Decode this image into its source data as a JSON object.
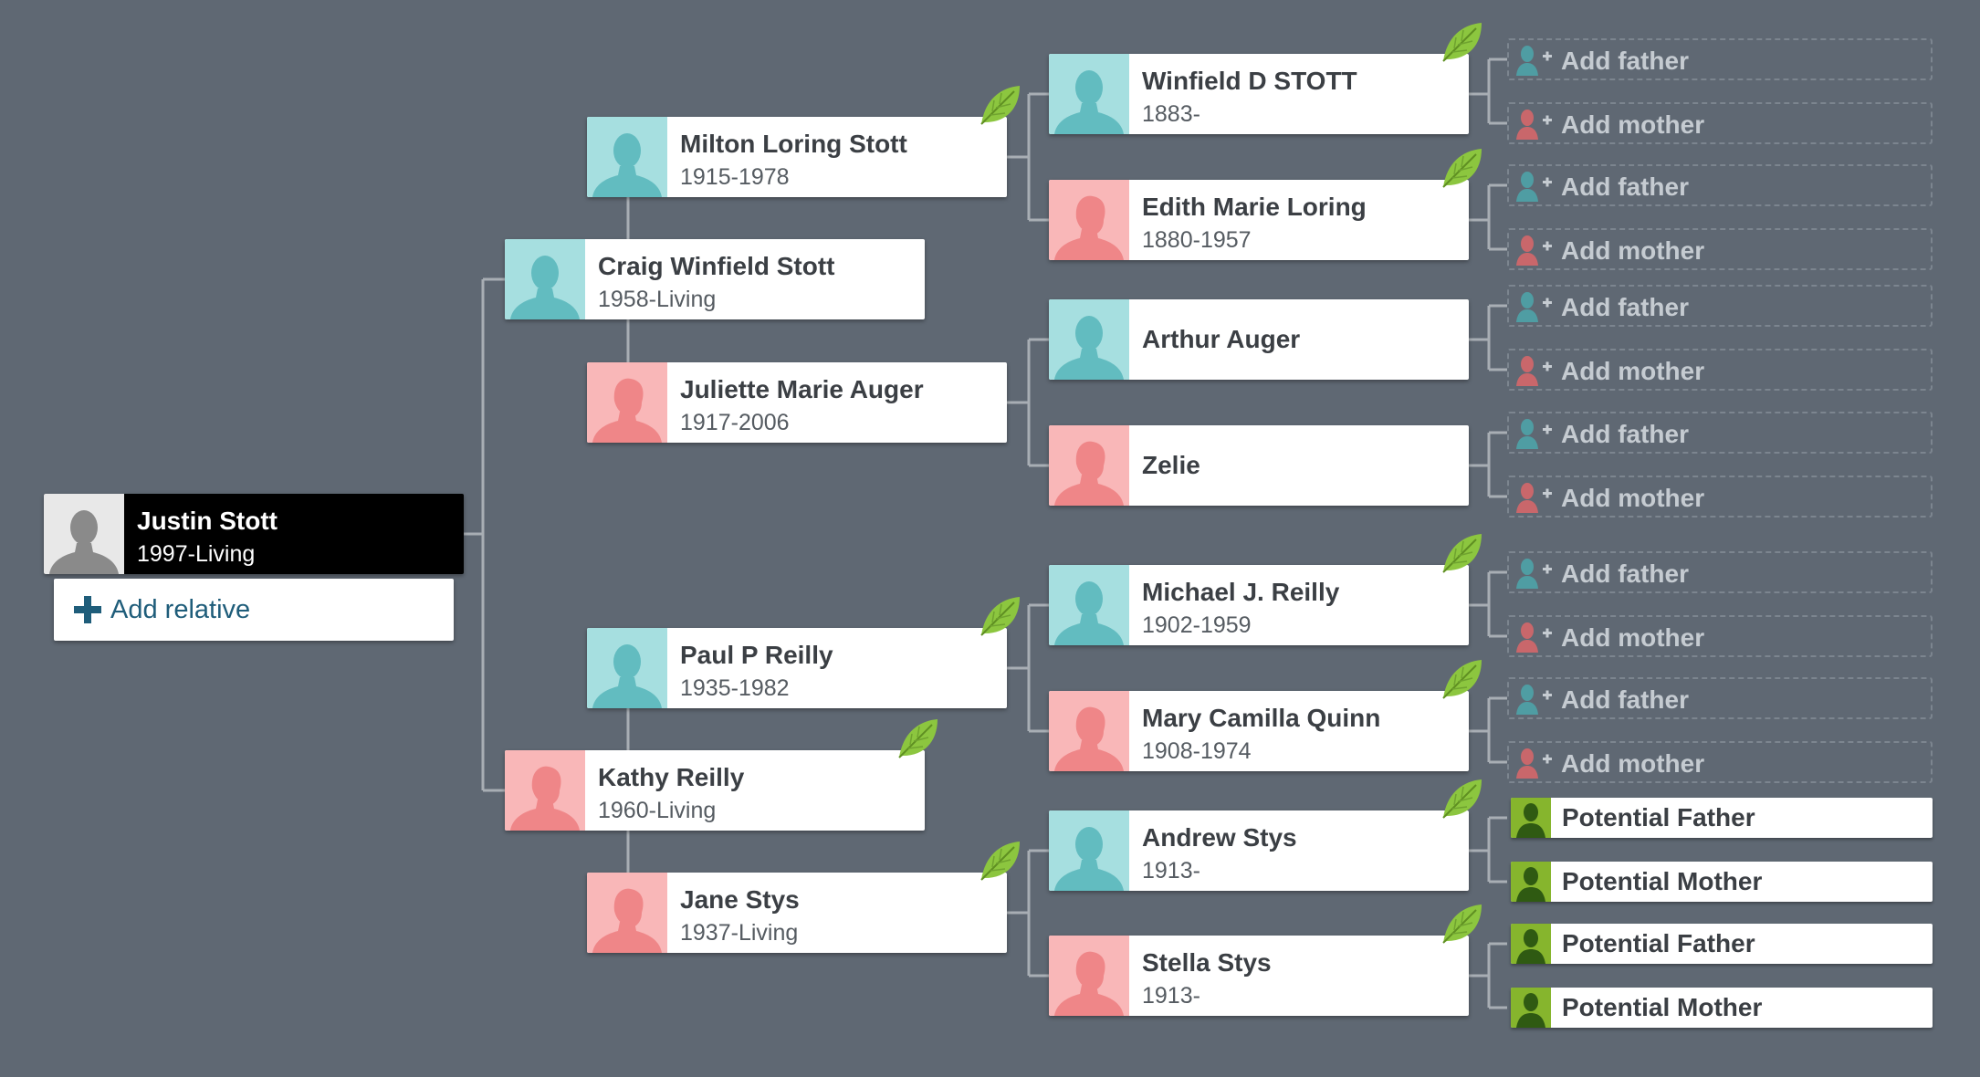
{
  "colors": {
    "background": "#5f6873",
    "connector": "#a8aeb4",
    "male_avatar_bg": "#a6dfe0",
    "male_avatar_fg": "#62bcc0",
    "female_avatar_bg": "#f9b7b8",
    "female_avatar_fg": "#ef8688",
    "unknown_avatar_bg": "#e8e8e8",
    "unknown_avatar_fg": "#8a8a8a",
    "leaf_hint": "#8cc63f",
    "potential_green": "#86b52d",
    "add_relative_text": "#1f5d7a"
  },
  "root": {
    "name": "Justin Stott",
    "dates": "1997-Living",
    "avatar": "unknown-person-icon",
    "add_relative_label": "Add relative",
    "add_relative_icon": "plus-icon"
  },
  "generation_1": {
    "father": {
      "name": "Craig Winfield Stott",
      "dates": "1958-Living",
      "gender": "male",
      "hint": false
    },
    "mother": {
      "name": "Kathy Reilly",
      "dates": "1960-Living",
      "gender": "female",
      "hint": true
    }
  },
  "generation_2": {
    "paternal_grandfather": {
      "name": "Milton Loring Stott",
      "dates": "1915-1978",
      "gender": "male",
      "hint": true
    },
    "paternal_grandmother": {
      "name": "Juliette Marie Auger",
      "dates": "1917-2006",
      "gender": "female",
      "hint": false
    },
    "maternal_grandfather": {
      "name": "Paul P Reilly",
      "dates": "1935-1982",
      "gender": "male",
      "hint": true
    },
    "maternal_grandmother": {
      "name": "Jane Stys",
      "dates": "1937-Living",
      "gender": "female",
      "hint": true
    }
  },
  "generation_3": [
    {
      "name": "Winfield D STOTT",
      "dates": "1883-",
      "gender": "male",
      "hint": true
    },
    {
      "name": "Edith Marie Loring",
      "dates": "1880-1957",
      "gender": "female",
      "hint": true
    },
    {
      "name": "Arthur Auger",
      "dates": "",
      "gender": "male",
      "hint": false
    },
    {
      "name": "Zelie",
      "dates": "",
      "gender": "female",
      "hint": false
    },
    {
      "name": "Michael J. Reilly",
      "dates": "1902-1959",
      "gender": "male",
      "hint": true
    },
    {
      "name": "Mary Camilla Quinn",
      "dates": "1908-1974",
      "gender": "female",
      "hint": true
    },
    {
      "name": "Andrew Stys",
      "dates": "1913-",
      "gender": "male",
      "hint": true
    },
    {
      "name": "Stella Stys",
      "dates": "1913-",
      "gender": "female",
      "hint": true
    }
  ],
  "generation_4": [
    {
      "type": "add",
      "label": "Add father",
      "gender": "male"
    },
    {
      "type": "add",
      "label": "Add mother",
      "gender": "female"
    },
    {
      "type": "add",
      "label": "Add father",
      "gender": "male"
    },
    {
      "type": "add",
      "label": "Add mother",
      "gender": "female"
    },
    {
      "type": "add",
      "label": "Add father",
      "gender": "male"
    },
    {
      "type": "add",
      "label": "Add mother",
      "gender": "female"
    },
    {
      "type": "add",
      "label": "Add father",
      "gender": "male"
    },
    {
      "type": "add",
      "label": "Add mother",
      "gender": "female"
    },
    {
      "type": "add",
      "label": "Add father",
      "gender": "male"
    },
    {
      "type": "add",
      "label": "Add mother",
      "gender": "female"
    },
    {
      "type": "add",
      "label": "Add father",
      "gender": "male"
    },
    {
      "type": "add",
      "label": "Add mother",
      "gender": "female"
    },
    {
      "type": "potential",
      "label": "Potential Father",
      "gender": "male"
    },
    {
      "type": "potential",
      "label": "Potential Mother",
      "gender": "female"
    },
    {
      "type": "potential",
      "label": "Potential Father",
      "gender": "male"
    },
    {
      "type": "potential",
      "label": "Potential Mother",
      "gender": "female"
    }
  ]
}
